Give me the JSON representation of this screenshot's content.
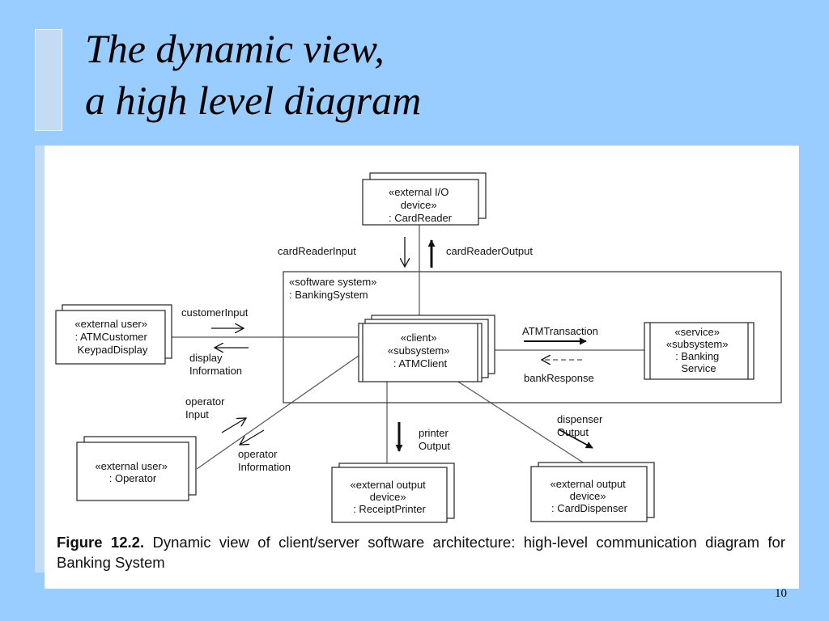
{
  "slide": {
    "title_line1": "The dynamic view,",
    "title_line2": "a high level diagram",
    "page_number": "10"
  },
  "diagram": {
    "nodes": {
      "card_reader": [
        "«external I/O",
        "device»",
        ": CardReader"
      ],
      "banking_system": [
        "«software system»",
        ": BankingSystem"
      ],
      "atm_customer": [
        "«external user»",
        ": ATMCustomer",
        "KeypadDisplay"
      ],
      "atm_client": [
        "«client»",
        "«subsystem»",
        ": ATMClient"
      ],
      "banking_service": [
        "«service»",
        "«subsystem»",
        ": Banking",
        "Service"
      ],
      "operator": [
        "«external user»",
        ": Operator"
      ],
      "receipt_printer": [
        "«external output",
        "device»",
        ": ReceiptPrinter"
      ],
      "card_dispenser": [
        "«external output",
        "device»",
        ": CardDispenser"
      ]
    },
    "labels": {
      "card_reader_input": "cardReaderInput",
      "card_reader_output": "cardReaderOutput",
      "customer_input": "customerInput",
      "display_information": [
        "display",
        "Information"
      ],
      "atm_transaction": "ATMTransaction",
      "bank_response": "bankResponse",
      "operator_input": [
        "operator",
        "Input"
      ],
      "operator_information": [
        "operator",
        "Information"
      ],
      "printer_output": [
        "printer",
        "Output"
      ],
      "dispenser_output": [
        "dispenser",
        "Output"
      ]
    },
    "caption": {
      "figure_label": "Figure 12.2.",
      "text": "Dynamic view of client/server software architecture: high-level communication diagram for Banking System"
    }
  }
}
